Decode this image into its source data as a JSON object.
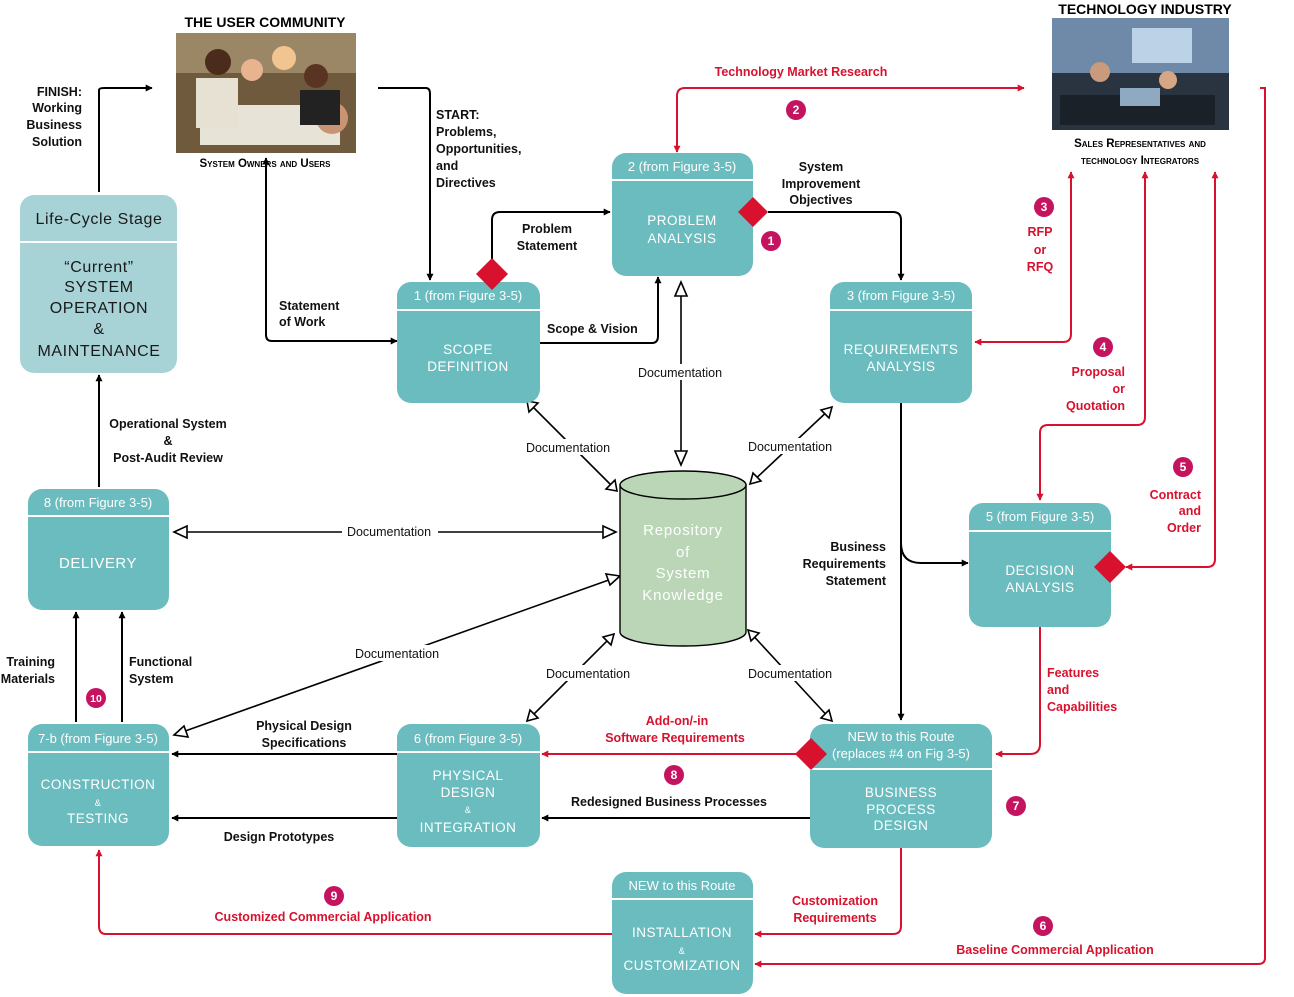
{
  "headers": {
    "user_community": "THE USER COMMUNITY",
    "user_caption": "System Owners and Users",
    "tech_industry": "TECHNOLOGY INDUSTRY",
    "tech_caption_1": "Sales Representatives and",
    "tech_caption_2": "technology Integrators"
  },
  "stages": {
    "lifecycle": {
      "header": "Life-Cycle Stage",
      "lines": [
        "“Current”",
        "SYSTEM",
        "OPERATION",
        "&",
        "MAINTENANCE"
      ]
    },
    "scope": {
      "header": "1  (from Figure 3-5)",
      "lines": [
        "SCOPE",
        "DEFINITION"
      ]
    },
    "problem": {
      "header": "2  (from Figure 3-5)",
      "lines": [
        "PROBLEM",
        "ANALYSIS"
      ]
    },
    "requirements": {
      "header": "3  (from Figure 3-5)",
      "lines": [
        "REQUIREMENTS",
        "ANALYSIS"
      ]
    },
    "decision": {
      "header": "5  (from Figure 3-5)",
      "lines": [
        "DECISION",
        "ANALYSIS"
      ]
    },
    "delivery": {
      "header": "8  (from Figure 3-5)",
      "lines": [
        "DELIVERY"
      ]
    },
    "construction": {
      "header": "7-b  (from Figure 3-5)",
      "lines": [
        "CONSTRUCTION",
        "&",
        "TESTING"
      ]
    },
    "physical": {
      "header": "6  (from Figure 3-5)",
      "lines": [
        "PHYSICAL",
        "DESIGN",
        "&",
        "INTEGRATION"
      ]
    },
    "bpd": {
      "header_1": "NEW  to this Route",
      "header_2": "(replaces #4 on Fig 3-5)",
      "lines": [
        "BUSINESS",
        "PROCESS",
        "DESIGN"
      ]
    },
    "install": {
      "header": "NEW to this Route",
      "lines": [
        "INSTALLATION",
        "&",
        "CUSTOMIZATION"
      ]
    }
  },
  "repository": {
    "lines": [
      "Repository",
      "of",
      "System",
      "Knowledge"
    ]
  },
  "labels": {
    "finish": [
      "FINISH:",
      "Working",
      "Business",
      "Solution"
    ],
    "start": [
      "START:",
      "Problems,",
      "Opportunities,",
      "and",
      "Directives"
    ],
    "statement_of_work": [
      "Statement",
      "of Work"
    ],
    "problem_statement": [
      "Problem",
      "Statement"
    ],
    "scope_vision": "Scope & Vision",
    "system_improvement": [
      "System",
      "Improvement",
      "Objectives"
    ],
    "operational_system": [
      "Operational System",
      "&",
      "Post-Audit Review"
    ],
    "business_requirements": [
      "Business",
      "Requirements",
      "Statement"
    ],
    "training_materials": [
      "Training",
      "Materials"
    ],
    "functional_system": [
      "Functional",
      "System"
    ],
    "physical_design_specs": [
      "Physical Design",
      "Specifications"
    ],
    "design_prototypes": "Design Prototypes",
    "redesigned_processes": "Redesigned Business Processes",
    "documentation": "Documentation"
  },
  "red_labels": {
    "market_research": "Technology Market Research",
    "rfp": [
      "RFP",
      "or",
      "RFQ"
    ],
    "proposal": [
      "Proposal",
      "or",
      "Quotation"
    ],
    "contract": [
      "Contract",
      "and",
      "Order"
    ],
    "features": [
      "Features",
      "and",
      "Capabilities"
    ],
    "addon": [
      "Add-on/-in",
      "Software Requirements"
    ],
    "customization_req": [
      "Customization",
      "Requirements"
    ],
    "customized_app": "Customized Commercial Application",
    "baseline_app": "Baseline Commercial Application"
  },
  "markers": [
    "1",
    "2",
    "3",
    "4",
    "5",
    "6",
    "7",
    "8",
    "9",
    "10"
  ],
  "colors": {
    "stage": "#6bbcbf",
    "lifecycle": "#a8d3d6",
    "repository": "#bad6b6",
    "accent": "#d8112e",
    "marker": "#c5145f"
  }
}
